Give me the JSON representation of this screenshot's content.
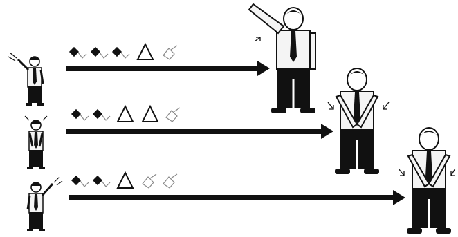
{
  "colors": {
    "ink": "#111111",
    "paper": "#ffffff",
    "shirt": "#f4f4f4",
    "gray": "#9a9a9a"
  },
  "rows": [
    {
      "symbols": [
        "filled-flag",
        "filled-flag",
        "filled-flag",
        "hollow-triangle",
        "hollow-flag"
      ],
      "small_figure_pose": "left-arm-raised",
      "large_figure_pose": "left-arm-raised-high"
    },
    {
      "symbols": [
        "filled-flag",
        "filled-flag",
        "hollow-triangle",
        "hollow-triangle",
        "hollow-flag"
      ],
      "small_figure_pose": "hands-at-waist",
      "large_figure_pose": "hands-crossed-down"
    },
    {
      "symbols": [
        "filled-flag",
        "filled-flag",
        "hollow-triangle",
        "hollow-flag",
        "hollow-flag"
      ],
      "small_figure_pose": "right-arm-raised",
      "large_figure_pose": "hands-crossed-down"
    }
  ]
}
